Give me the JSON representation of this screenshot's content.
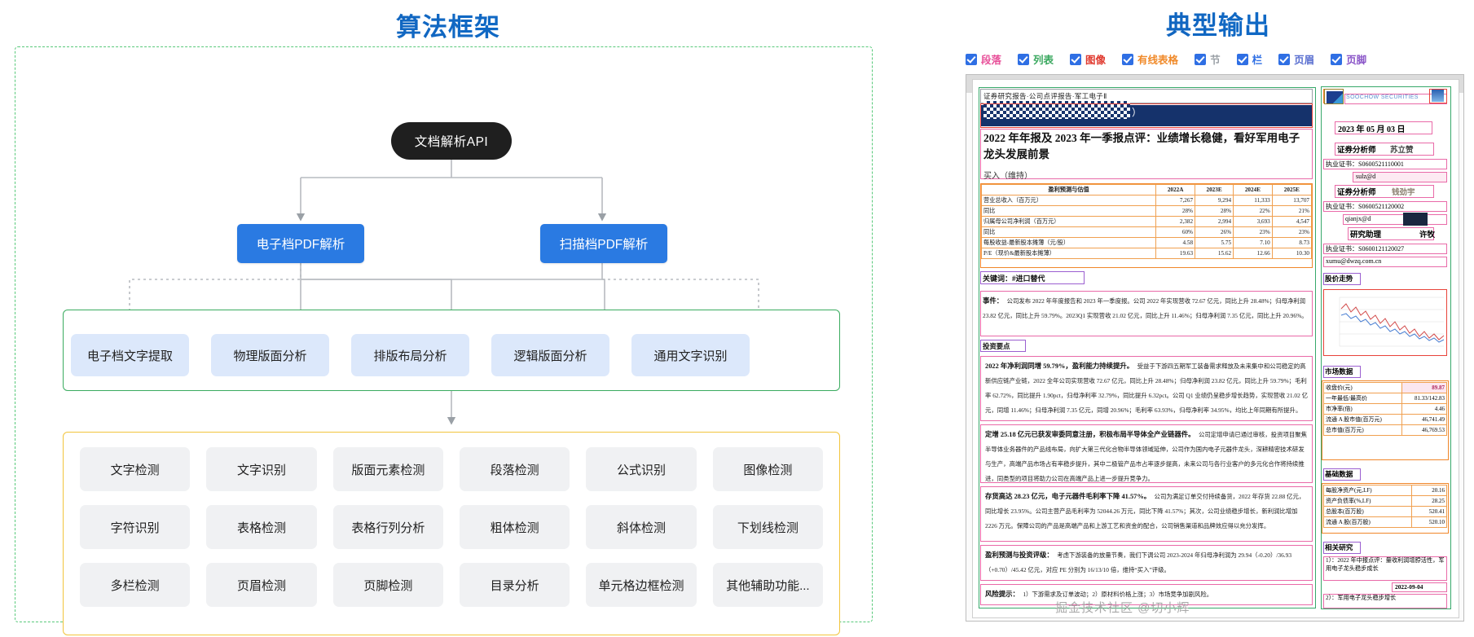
{
  "titles": {
    "left": "算法框架",
    "right": "典型输出"
  },
  "diagram": {
    "root": "文档解析API",
    "branches": [
      "电子档PDF解析",
      "扫描档PDF解析"
    ],
    "stage_green": [
      "电子档文字提取",
      "物理版面分析",
      "排版布局分析",
      "逻辑版面分析",
      "通用文字识别"
    ],
    "stage_yellow": [
      "文字检测",
      "文字识别",
      "版面元素检测",
      "段落检测",
      "公式识别",
      "图像检测",
      "字符识别",
      "表格检测",
      "表格行列分析",
      "粗体检测",
      "斜体检测",
      "下划线检测",
      "多栏检测",
      "页眉检测",
      "页脚检测",
      "目录分析",
      "单元格边框检测",
      "其他辅助功能..."
    ],
    "colors": {
      "root_bg": "#1f1f1f",
      "branch_bg": "#2a7ae2",
      "green_border": "#3aab5f",
      "yellow_border": "#f2c43c",
      "light_node_bg": "#dce8fb",
      "grey_node_bg": "#f0f1f3",
      "outer_dash": "#58c97a"
    }
  },
  "legend": {
    "items": [
      {
        "label": "段落",
        "color": "#e8519a"
      },
      {
        "label": "列表",
        "color": "#3aa85f"
      },
      {
        "label": "图像",
        "color": "#e03a2f"
      },
      {
        "label": "有线表格",
        "color": "#f08a2a"
      },
      {
        "label": "节",
        "color": "#9aa0a6"
      },
      {
        "label": "栏",
        "color": "#2f6fe4"
      },
      {
        "label": "页眉",
        "color": "#5a6fd0"
      },
      {
        "label": "页脚",
        "color": "#8a55c8"
      }
    ],
    "checked": true
  },
  "document": {
    "breadcrumb": "证券研究报告·公司点评报告·军工电子Ⅱ",
    "company_masked": "）",
    "title": "2022 年年报及 2023 年一季报点评：业绩增长稳健，看好军用电子龙头发展前景",
    "rating": "买入（维持）",
    "table": {
      "corner": "盈利预测与估值",
      "columns": [
        "2022A",
        "2023E",
        "2024E",
        "2025E"
      ],
      "rows": [
        {
          "label": "营业总收入（百万元）",
          "values": [
            "7,267",
            "9,294",
            "11,333",
            "13,707"
          ]
        },
        {
          "label": "同比",
          "values": [
            "28%",
            "28%",
            "22%",
            "21%"
          ]
        },
        {
          "label": "归属母公司净利润（百万元）",
          "values": [
            "2,382",
            "2,994",
            "3,693",
            "4,547"
          ]
        },
        {
          "label": "同比",
          "values": [
            "60%",
            "26%",
            "23%",
            "23%"
          ]
        },
        {
          "label": "每股收益-最新股本摊薄（元/股）",
          "values": [
            "4.58",
            "5.75",
            "7.10",
            "8.73"
          ]
        },
        {
          "label": "P/E（现价&最新股本摊薄）",
          "values": [
            "19.63",
            "15.62",
            "12.66",
            "10.30"
          ]
        }
      ]
    },
    "keyword": "关键词：#进口替代",
    "sections": [
      {
        "heading": "事件：",
        "body": "公司发布 2022 年年度报告和 2023 年一季度报。公司 2022 年实现营收 72.67 亿元，同比上升 28.48%；归母净利润 23.82 亿元，同比上升 59.79%。2023Q1 实现营收 21.02 亿元，同比上升 11.46%；归母净利润 7.35 亿元，同比上升 20.96%。"
      }
    ],
    "highlight_heading": "投资要点",
    "bullets": [
      {
        "lead": "2022 年净利润同增 59.79%，盈利能力持续提升。",
        "body": "受益于下游四五期军工装备需求释放及未来集中和公司稳定的高新供应链产业链，2022 全年公司实现营收 72.67 亿元，同比上升 28.48%；归母净利润 23.82 亿元，同比上升 59.79%；毛利率 62.72%，同比提升 1.90pct，归母净利率 32.79%，同比提升 6.32pct。公司 Q1 业绩仍呈稳步增长趋势，实现营收 21.02 亿元，同增 11.46%；归母净利润 7.35 亿元，同增 20.96%；毛利率 63.93%，归母净利率 34.95%，均比上年同期有所提升。"
      },
      {
        "lead": "定增 25.18 亿元已获发审委同意注册，积极布局半导体全产业链器件。",
        "body": "公司定增申请已通过审核，投资项目聚焦半导体业务器件的产品线布局，向扩大第三代化合物半导体领域延伸，公司作为国内电子元器件龙头，深耕精密技术研发与生产，高端产品市场占有率稳步提升，其中二极管产品市占率逐步提高，未来公司与各行业客户的多元化合作将持续推进，同类型的项目将助力公司在高端产品上进一步提升竞争力。"
      },
      {
        "lead": "存货高达 28.23 亿元，电子元器件毛利率下降 41.57%。",
        "body": "公司为满足订单交付持续备货，2022 年存货 22.88 亿元，同比增长 23.95%。公司主营产品毛利率为 52044.26 万元，同比下降 41.57%；其次，公司业绩稳步增长，新利润比增加 2226 万元。保障公司的产品是高端产品和上游工艺和资金的配合，公司销售渠道和品牌效应得以充分发挥。"
      },
      {
        "lead": "盈利预测与投资评级：",
        "body": "考虑下游装备的放量节奏，我们下调公司 2023-2024 年归母净利润为 29.94（-0.20）/36.93（+0.70）/45.42 亿元，对应 PE 分别为 16/13/10 倍，维持“买入”评级。"
      },
      {
        "lead": "风险提示：",
        "body": "1）下游需求及订单波动；2）原材料价格上涨；3）市场竞争加剧风险。"
      }
    ],
    "sidebar": {
      "brand_en": "SOOCHOW SECURITIES",
      "date": "2023 年 05 月 03 日",
      "analysts": [
        {
          "role": "证券分析师",
          "name": "苏立赞",
          "cert": "执业证书：S0600521110001",
          "mail": "sulz@d"
        },
        {
          "role": "证券分析师",
          "name": "钱劲宇",
          "cert": "执业证书：S0600521120002",
          "mail": "qianjx@d"
        },
        {
          "role": "研究助理",
          "name": "许牧",
          "cert": "执业证书：S0600121120027",
          "mail": "xumu@dwzq.com.cn"
        }
      ],
      "chart_heading": "股价走势",
      "market_heading": "市场数据",
      "market_rows": [
        {
          "label": "收盘价(元)",
          "value": "89.87",
          "highlight": true
        },
        {
          "label": "一年最低/最高价",
          "value": "81.33/142.83"
        },
        {
          "label": "市净率(倍)",
          "value": "4.46"
        },
        {
          "label": "流通 A 股市值(百万元)",
          "value": "46,741.49"
        },
        {
          "label": "总市值(百万元)",
          "value": "46,769.53"
        }
      ],
      "basic_heading": "基础数据",
      "basic_rows": [
        {
          "label": "每股净资产(元,LF)",
          "value": "20.16"
        },
        {
          "label": "资产负债率(%,LF)",
          "value": "28.25"
        },
        {
          "label": "总股本(百万股)",
          "value": "520.41"
        },
        {
          "label": "流通 A 股(百万股)",
          "value": "520.10"
        }
      ],
      "related_heading": "相关研究",
      "related_items": [
        "1）：2022 年中报点评：量收利润增脖活性，军用电子龙头稳步成长",
        "2022-09-04",
        "2）：军用电子龙头稳步增长"
      ]
    }
  },
  "watermark": "掘金技术社区 @切小辉"
}
